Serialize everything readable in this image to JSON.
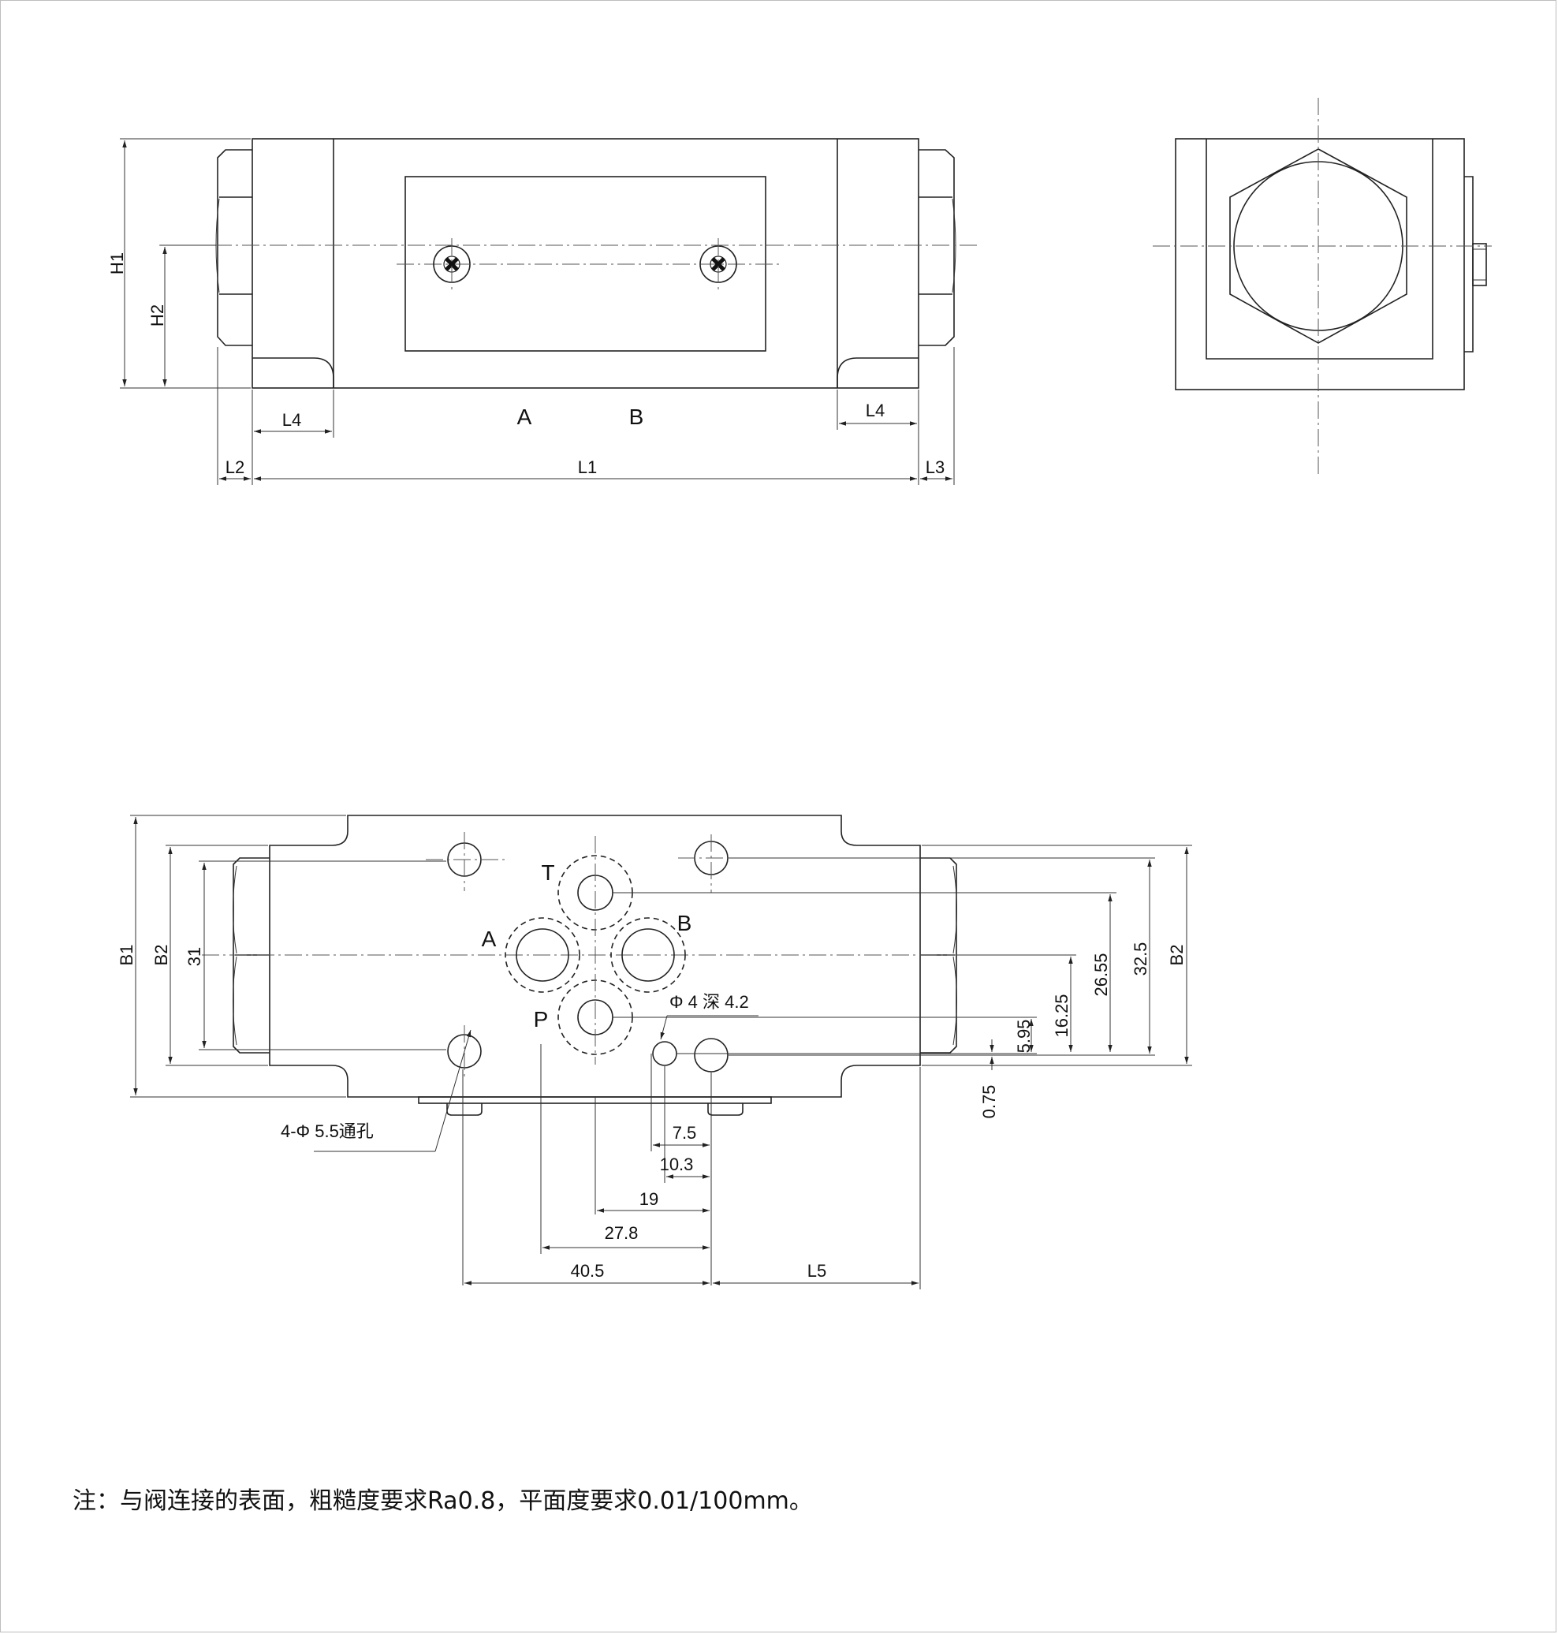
{
  "side_view": {
    "labels": {
      "H1": "H1",
      "H2": "H2",
      "L1": "L1",
      "L2": "L2",
      "L3": "L3",
      "L4_left": "L4",
      "L4_right": "L4",
      "port_A": "A",
      "port_B": "B"
    }
  },
  "plan_view": {
    "ports": {
      "T": "T",
      "A": "A",
      "B": "B",
      "P": "P"
    },
    "left_dims": {
      "B1": "B1",
      "B2": "B2",
      "d31": "31"
    },
    "right_dims": {
      "d5_95": "5.95",
      "d16_25": "16.25",
      "d26_55": "26.55",
      "d32_5": "32.5",
      "B2": "B2",
      "d0_75": "0.75"
    },
    "bottom_dims": {
      "d7_5": "7.5",
      "d10_3": "10.3",
      "d19": "19",
      "d27_8": "27.8",
      "d40_5": "40.5",
      "L5": "L5"
    },
    "callouts": {
      "pin_hole": "Φ 4 深 4.2",
      "through_holes": "4-Φ 5.5通孔"
    }
  },
  "note": "注：与阀连接的表面，粗糙度要求Ra0.8，平面度要求0.01/100mm。"
}
